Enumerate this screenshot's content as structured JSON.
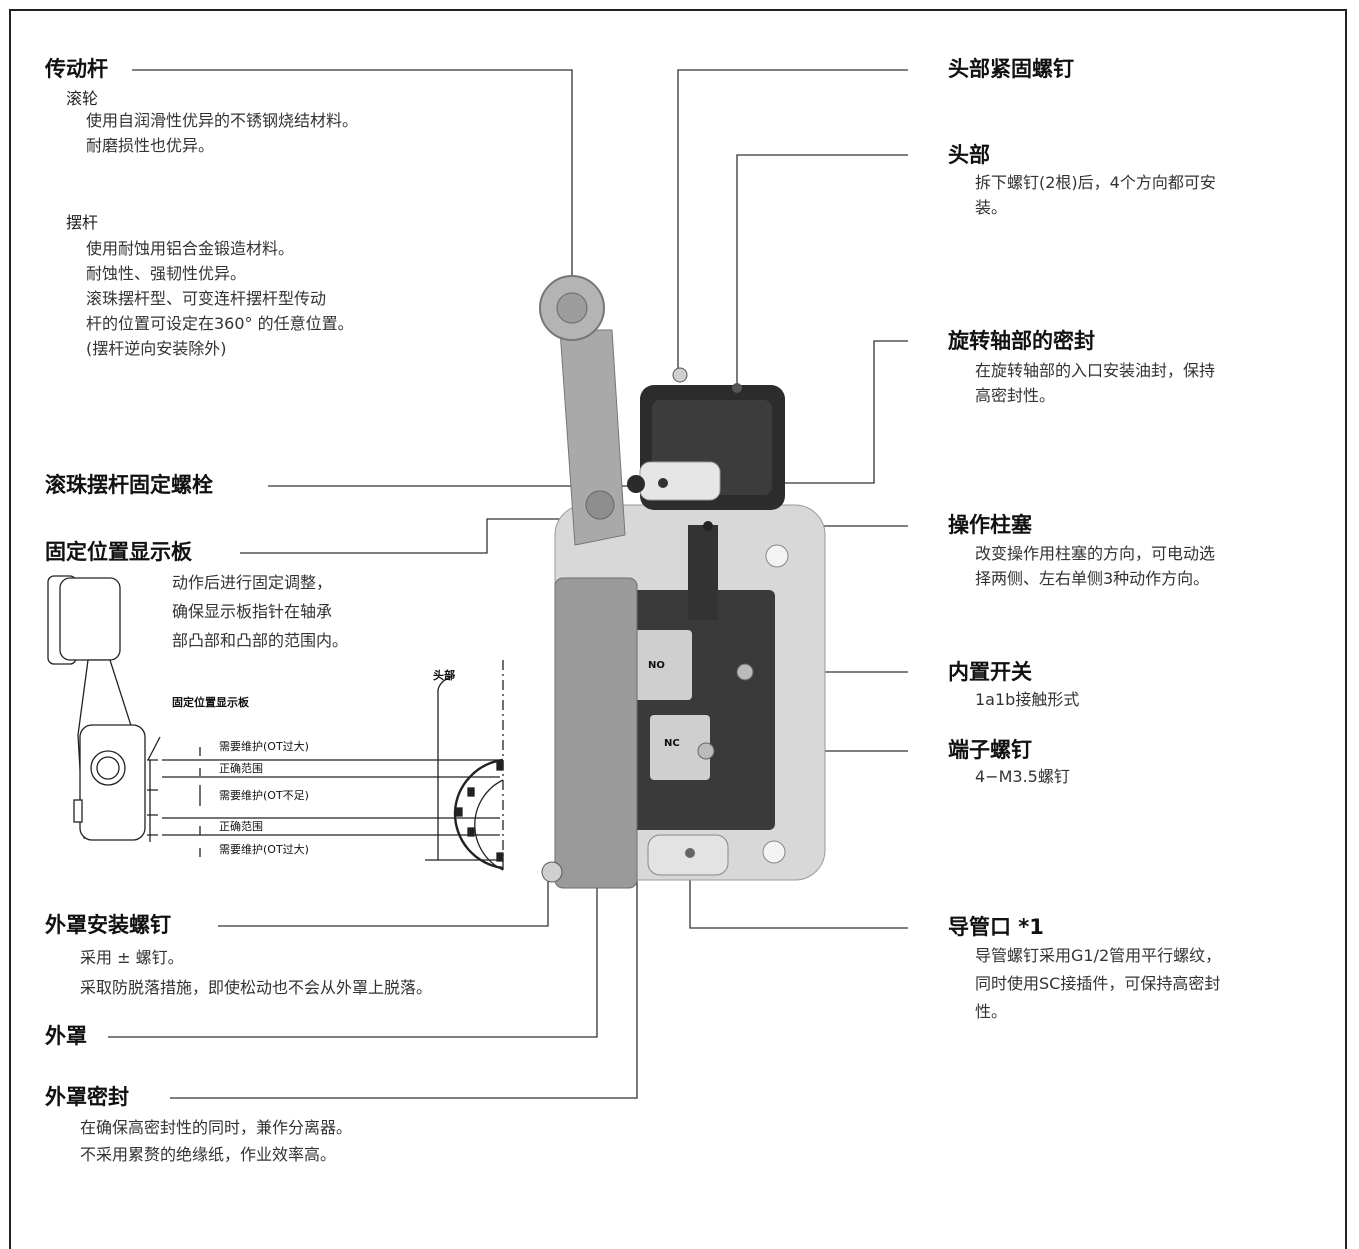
{
  "labels": {
    "lever": {
      "title": "传动杆",
      "roller": "滚轮",
      "roller_desc": [
        "使用自润滑性优异的不锈钢烧结材料。",
        "耐磨损性也优异。"
      ],
      "arm": "摆杆",
      "arm_desc": [
        "使用耐蚀用铝合金锻造材料。",
        "耐蚀性、强韧性优异。",
        "滚珠摆杆型、可变连杆摆杆型传动",
        "杆的位置可设定在360° 的任意位置。",
        "(摆杆逆向安装除外)"
      ]
    },
    "arm_bolt": {
      "title": "滚珠摆杆固定螺栓"
    },
    "indicator": {
      "title": "固定位置显示板",
      "desc": [
        "动作后进行固定调整，",
        "确保显示板指针在轴承",
        "部凸部和凸部的范围内。"
      ]
    },
    "cover_screw": {
      "title": "外罩安装螺钉",
      "desc": [
        "采用 ± 螺钉。",
        "采取防脱落措施，即使松动也不会从外罩上脱落。"
      ]
    },
    "cover": {
      "title": "外罩"
    },
    "cover_seal": {
      "title": "外罩密封",
      "desc": [
        "在确保高密封性的同时，兼作分离器。",
        "不采用累赘的绝缘纸，作业效率高。"
      ]
    },
    "head_screw": {
      "title": "头部紧固螺钉"
    },
    "head": {
      "title": "头部",
      "desc": [
        "拆下螺钉(2根)后，4个方向都可安",
        "装。"
      ]
    },
    "shaft_seal": {
      "title": "旋转轴部的密封",
      "desc": [
        "在旋转轴部的入口安装油封，保持",
        "高密封性。"
      ]
    },
    "plunger": {
      "title": "操作柱塞",
      "desc": [
        "改变操作用柱塞的方向，可电动选",
        "择两侧、左右单侧3种动作方向。"
      ]
    },
    "builtin_switch": {
      "title": "内置开关",
      "desc": [
        "1a1b接触形式"
      ]
    },
    "terminal": {
      "title": "端子螺钉",
      "desc": [
        "4−M3.5螺钉"
      ]
    },
    "conduit": {
      "title": "导管口 *1",
      "desc": [
        "导管螺钉采用G1/2管用平行螺纹，",
        "同时使用SC接插件，可保持高密封",
        "性。"
      ]
    }
  },
  "inset": {
    "indicator_label": "固定位置显示板",
    "head_label": "头部",
    "ranges": [
      "需要维护(OT过大)",
      "正确范围",
      "需要维护(OT不足)",
      "正确范围",
      "需要维护(OT过大)"
    ]
  },
  "switch_marks": {
    "no": "NO",
    "nc": "NC"
  },
  "colors": {
    "line": "#333333",
    "body": "#d6d6d6",
    "body_dark": "#8c8c8c",
    "head_black": "#2a2a2a"
  }
}
